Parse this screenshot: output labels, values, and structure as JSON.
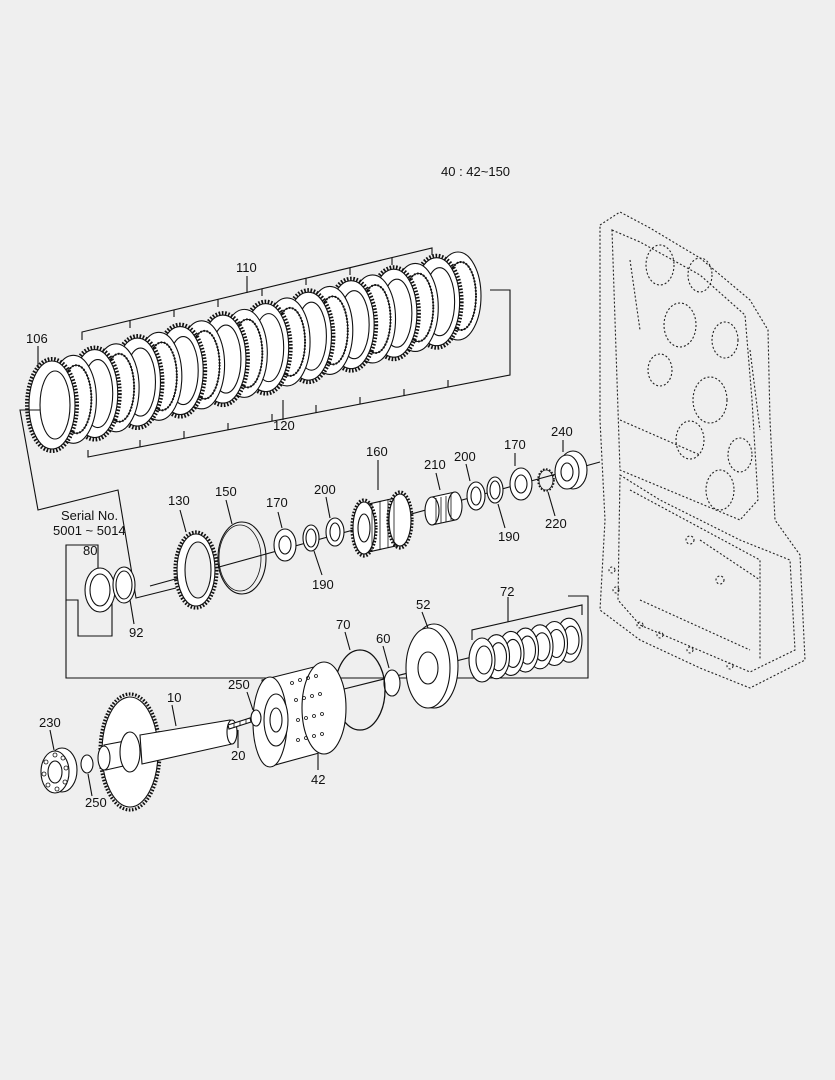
{
  "header": {
    "title": "40 : 42~150"
  },
  "serial": {
    "line1": "Serial No.",
    "line2": "5001 ~ 5014"
  },
  "callouts": {
    "c106": "106",
    "c110": "110",
    "c120": "120",
    "c160": "160",
    "c210": "210",
    "c200a": "200",
    "c170a": "170",
    "c240": "240",
    "c190a": "190",
    "c220": "220",
    "c130": "130",
    "c150": "150",
    "c170b": "170",
    "c200b": "200",
    "c190b": "190",
    "c80": "80",
    "c92": "92",
    "c72": "72",
    "c52": "52",
    "c60": "60",
    "c70": "70",
    "c42": "42",
    "c10": "10",
    "c250a": "250",
    "c20": "20",
    "c230": "230",
    "c250b": "250"
  }
}
